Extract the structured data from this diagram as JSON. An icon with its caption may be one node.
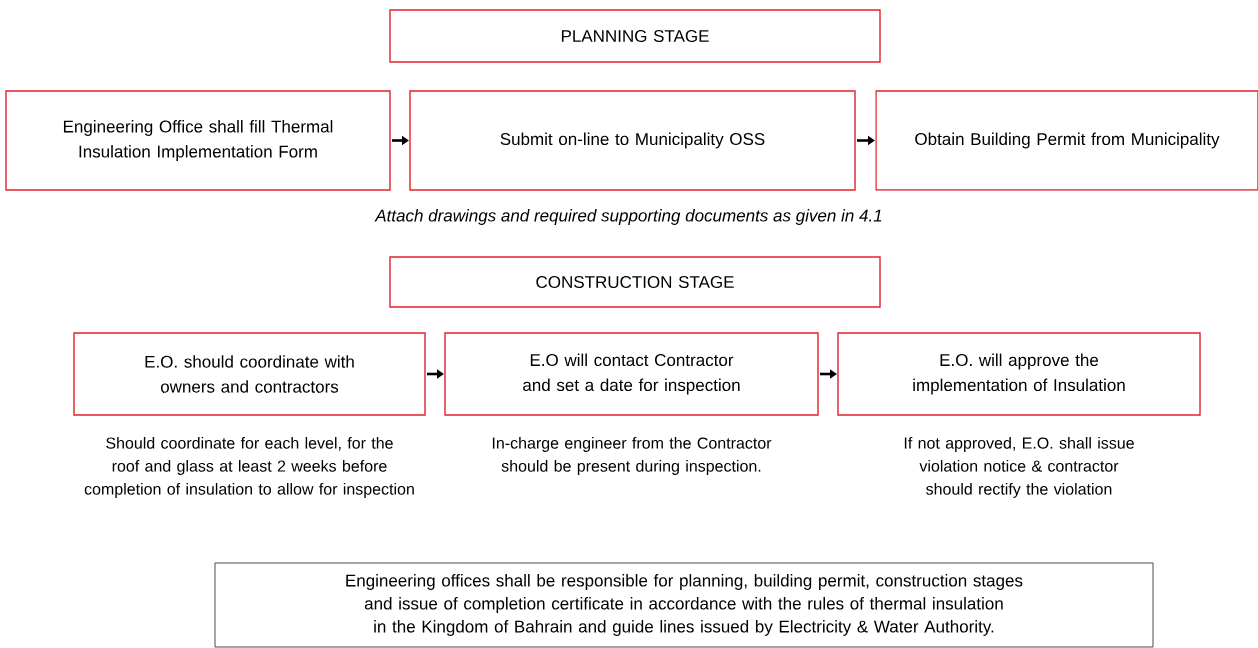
{
  "diagram": {
    "nodes": [
      {
        "text": [
          "PLANNING STAGE"
        ]
      },
      {
        "text": [
          "Engineering Office shall fill Thermal Insulation Implementation Form"
        ]
      },
      {
        "text": [
          "Submit on-line to Municipality OSS"
        ]
      },
      {
        "text": [
          "Obtain Building Permit from Municipality"
        ]
      },
      {
        "text": [
          "CONSTRUCTION STAGE"
        ]
      },
      {
        "text": [
          "E.O. should coordinate with owners and contractors"
        ],
        "beside": [
          "Should coordinate for each level, for the roof and glass at least 2 weeks before completion of insulation to allow for inspection"
        ]
      },
      {
        "text": [
          "E.O will contact Contractor and set a date for inspection"
        ],
        "beside": [
          "In-charge engineer from the Contractor should be present during inspection."
        ]
      },
      {
        "text": [
          "E.O. will approve the implementation of Insulation"
        ],
        "beside": [
          "If not approved, E.O. shall issue violation notice & contractor should rectify the violation"
        ]
      },
      {
        "text": [
          "Engineering offices shall be responsible for planning, building permit, construction stages and issue of completion certificate in accordance with the rules of thermal insulation in the Kingdom of Bahrain and guide lines issued by Electricity & Water Authority."
        ]
      }
    ],
    "edges": [
      {
        "from": 1,
        "to": 2,
        "arrow": "to"
      },
      {
        "from": 2,
        "to": 3,
        "arrow": "to"
      },
      {
        "from": 5,
        "to": 6,
        "arrow": "to"
      },
      {
        "from": 6,
        "to": 7,
        "arrow": "to"
      }
    ],
    "labels": [
      "Attach drawings and required supporting documents as given in 4.1"
    ]
  }
}
